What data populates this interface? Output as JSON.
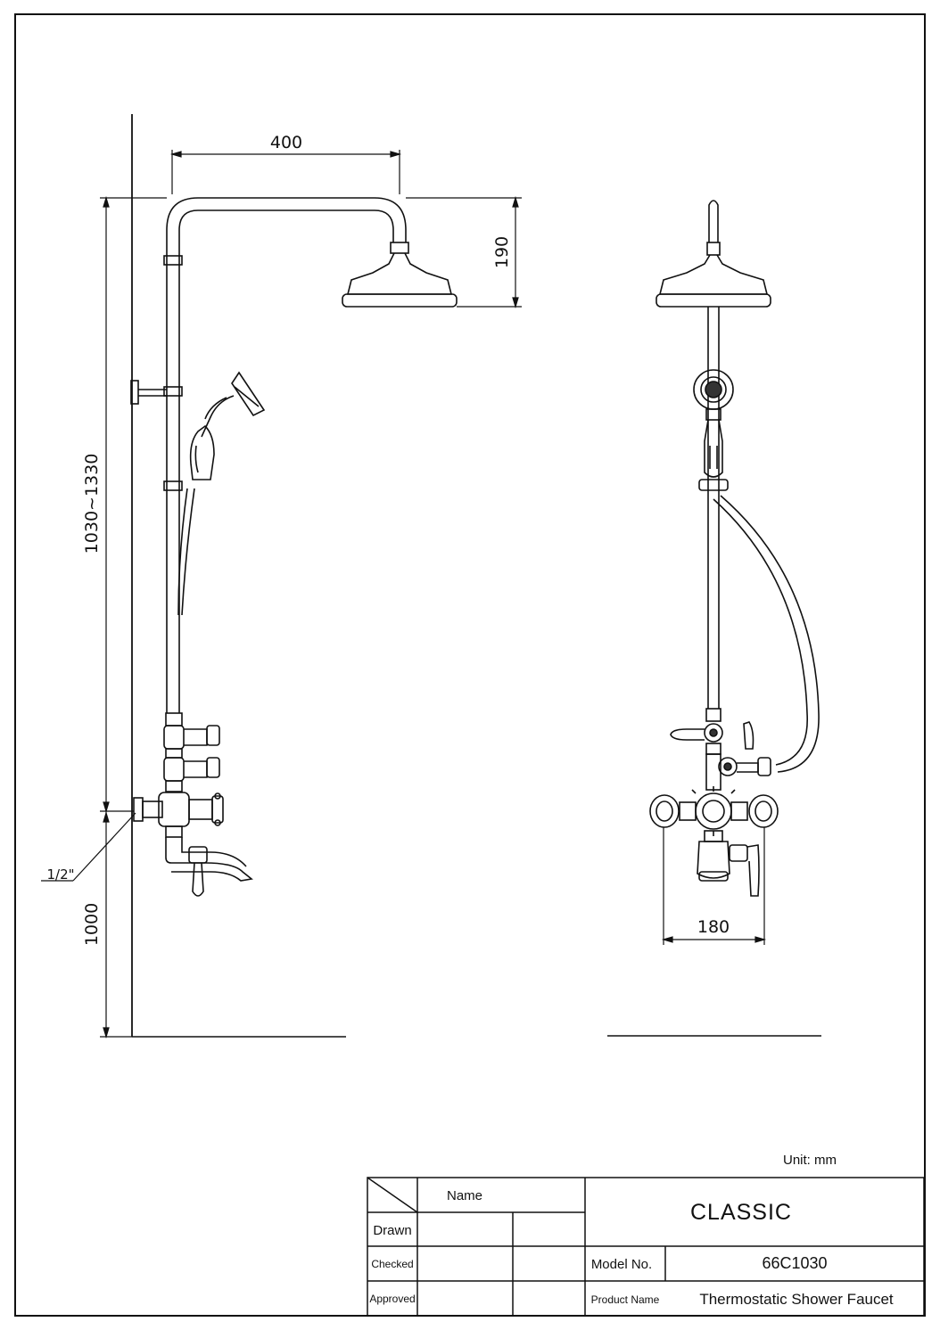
{
  "dimensions": {
    "width_top": "400",
    "head_height": "190",
    "total_height": "1030~1330",
    "inlet_size": "1/2\"",
    "inlet_height": "1000",
    "front_width": "180"
  },
  "unit_label": "Unit: mm",
  "title_block": {
    "name_header": "Name",
    "drawn": "Drawn",
    "checked": "Checked",
    "approved": "Approved",
    "series": "CLASSIC",
    "model_label": "Model No.",
    "model_value": "66C1030",
    "product_label": "Product Name",
    "product_value": "Thermostatic Shower Faucet"
  }
}
